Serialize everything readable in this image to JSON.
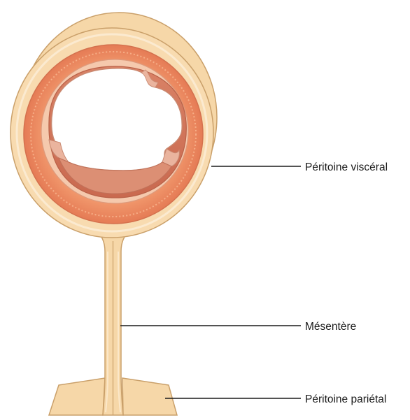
{
  "labels": {
    "visceral": "Péritoine viscéral",
    "mesentery": "Mésentère",
    "parietal": "Péritoine pariétal"
  },
  "colors": {
    "peritoneum_fill": "#f6d7a8",
    "peritoneum_stroke": "#caa06a",
    "muscle": "#ee8a60",
    "muscle_dark": "#d86a4a",
    "submucosa": "#f4c3a7",
    "mucosa": "#e29b80",
    "mucosa_dark": "#c97b64",
    "leader": "#1a1a1a"
  }
}
